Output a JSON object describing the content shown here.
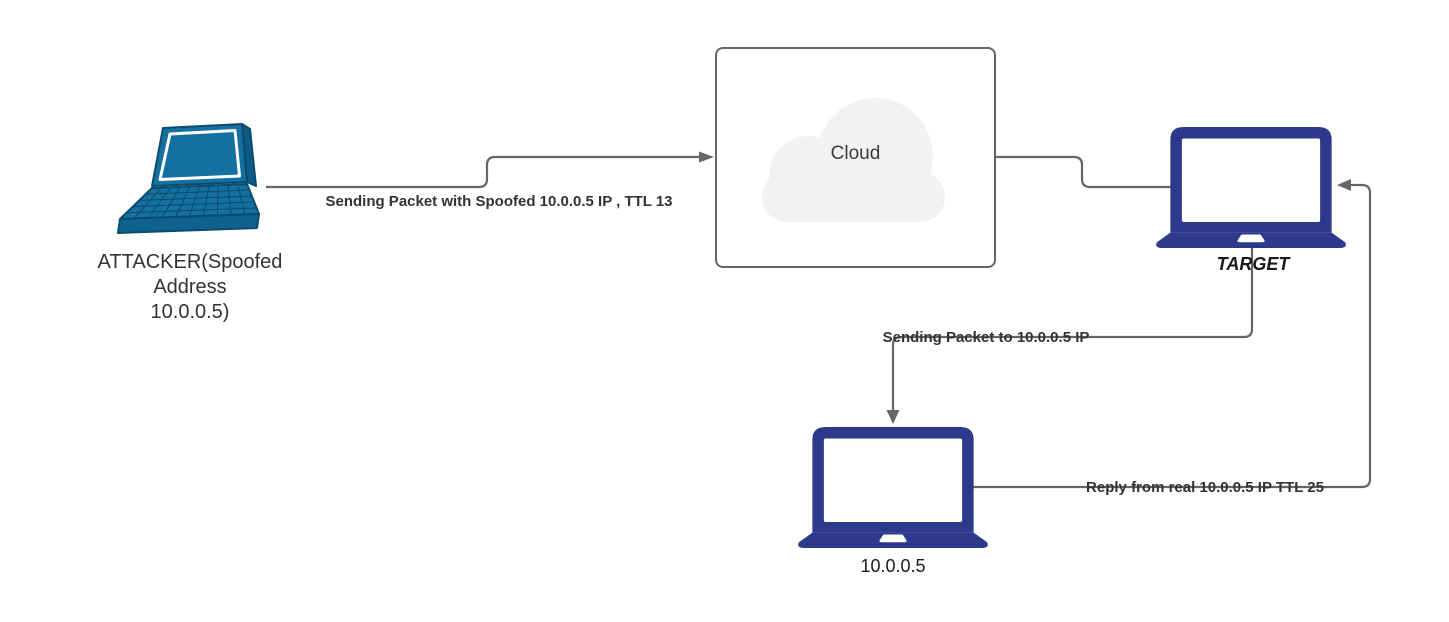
{
  "diagram": {
    "type": "network-flow-diagram",
    "background": "#ffffff",
    "connector_color": "#666666",
    "edge_label_color": "#333333",
    "nodes": {
      "attacker": {
        "icon": "laptop-perspective-icon",
        "color": "#1470a1",
        "label_lines": [
          "ATTACKER(Spoofed",
          "Address",
          "10.0.0.5)"
        ]
      },
      "cloud": {
        "icon": "cloud-icon",
        "label": "Cloud",
        "fill": "#f2f2f2",
        "border_color": "#666666"
      },
      "target": {
        "icon": "laptop-icon",
        "color": "#2d3a8c",
        "label": "TARGET"
      },
      "real_host": {
        "icon": "laptop-icon",
        "color": "#2d3a8c",
        "label": "10.0.0.5"
      }
    },
    "edges": [
      {
        "from": "attacker",
        "to": "cloud",
        "label": "Sending Packet with Spoofed 10.0.0.5 IP , TTL 13"
      },
      {
        "from": "cloud",
        "to": "target",
        "label": ""
      },
      {
        "from": "target",
        "to": "real_host",
        "label": "Sending Packet to 10.0.0.5 IP"
      },
      {
        "from": "real_host",
        "to": "target",
        "label": "Reply from real 10.0.0.5 IP TTL 25"
      }
    ]
  }
}
